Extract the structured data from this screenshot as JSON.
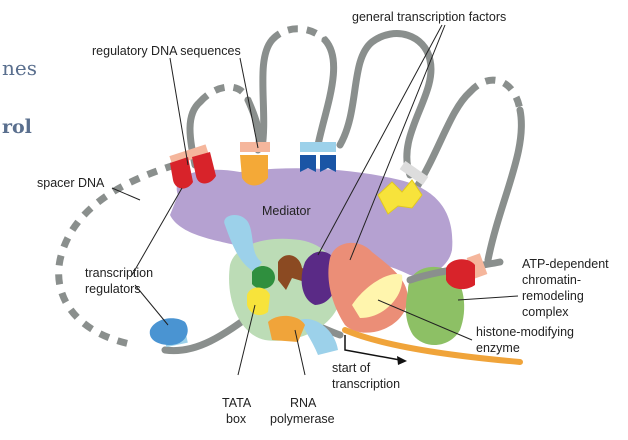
{
  "side_text": {
    "line1": "nes",
    "line2": "rol"
  },
  "labels": {
    "general_transcription_factors": "general transcription factors",
    "regulatory_dna_sequences": "regulatory DNA sequences",
    "spacer_dna": "spacer DNA",
    "mediator": "Mediator",
    "transcription_regulators_1": "transcription",
    "transcription_regulators_2": "regulators",
    "atp_1": "ATP-dependent",
    "atp_2": "chromatin-",
    "atp_3": "remodeling",
    "atp_4": "complex",
    "histone_1": "histone-modifying",
    "histone_2": "enzyme",
    "start_1": "start of",
    "start_2": "transcription",
    "tata_1": "TATA",
    "tata_2": "box",
    "rnap_1": "RNA",
    "rnap_2": "polymerase"
  },
  "colors": {
    "dna": "#8a8f8d",
    "mediator": "#b5a1d1",
    "regulator_red": "#d8232a",
    "regulator_orange": "#f4a937",
    "regulator_blue": "#1a55a5",
    "regulator_yellow": "#f7e33b",
    "spacer_binder_blue": "#4a94d2",
    "polymerase_green": "#bcdcb6",
    "atp_green": "#8dc065",
    "histone_salmon": "#eb8e77",
    "transcript_orange": "#f0a43a",
    "side_text": "#5a6f8e"
  }
}
